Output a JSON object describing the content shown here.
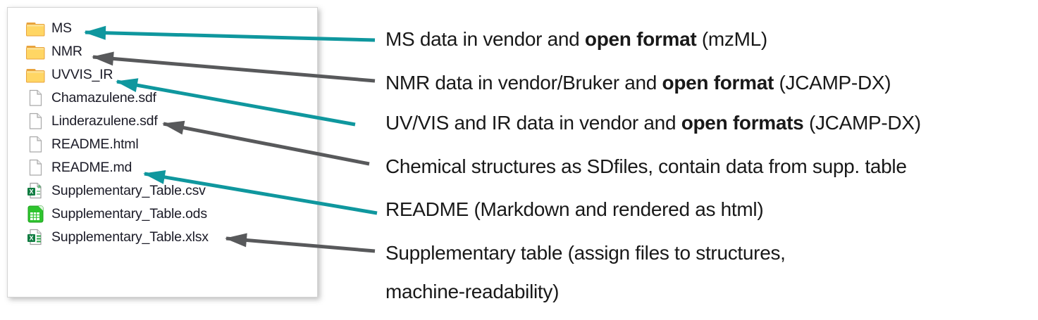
{
  "file_panel": {
    "items": [
      {
        "name": "MS",
        "icon": "folder"
      },
      {
        "name": "NMR",
        "icon": "folder"
      },
      {
        "name": "UVVIS_IR",
        "icon": "folder"
      },
      {
        "name": "Chamazulene.sdf",
        "icon": "file"
      },
      {
        "name": "Linderazulene.sdf",
        "icon": "file"
      },
      {
        "name": "README.html",
        "icon": "file"
      },
      {
        "name": "README.md",
        "icon": "file"
      },
      {
        "name": "Supplementary_Table.csv",
        "icon": "excel-csv"
      },
      {
        "name": "Supplementary_Table.ods",
        "icon": "calc-ods"
      },
      {
        "name": "Supplementary_Table.xlsx",
        "icon": "excel-xlsx"
      }
    ]
  },
  "annotations": [
    {
      "pre": "MS data in vendor and ",
      "bold": "open format",
      "post": " (mzML)",
      "arrow": "teal"
    },
    {
      "pre": "NMR data in vendor/Bruker and ",
      "bold": "open format",
      "post": " (JCAMP-DX)",
      "arrow": "gray"
    },
    {
      "pre": "UV/VIS and IR data in vendor and ",
      "bold": "open formats",
      "post": " (JCAMP-DX)",
      "arrow": "teal"
    },
    {
      "pre": "Chemical structures as SDfiles, contain data from supp. table",
      "bold": "",
      "post": "",
      "arrow": "gray"
    },
    {
      "pre": "README (Markdown and rendered as html)",
      "bold": "",
      "post": "",
      "arrow": "teal"
    },
    {
      "pre": "Supplementary table (assign files to structures,",
      "bold": "",
      "post": "",
      "line2": "machine-readability)",
      "arrow": "gray"
    }
  ],
  "colors": {
    "arrow_teal": "#0f979e",
    "arrow_gray": "#58595b",
    "folder_tab": "#e8a33d",
    "folder_body": "#ffd664",
    "excel_green": "#107c41",
    "ods_green": "#2ec42e",
    "file_text": "#1b1b27",
    "annotation_text": "#191919"
  }
}
